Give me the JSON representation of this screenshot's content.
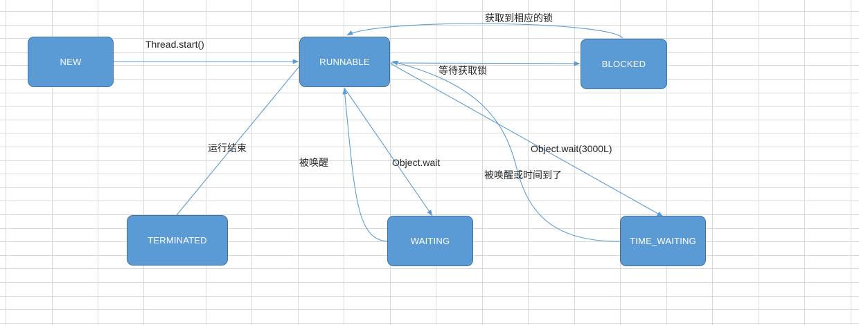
{
  "colors": {
    "state_fill": "#5B9BD5",
    "state_border": "#41719C",
    "arrow": "#5B9BD5",
    "gridline": "#D9D9D9",
    "label": "#262626"
  },
  "states": {
    "new": "NEW",
    "runnable": "RUNNABLE",
    "blocked": "BLOCKED",
    "terminated": "TERMINATED",
    "waiting": "WAITING",
    "time_waiting": "TIME_WAITING"
  },
  "transitions": {
    "new_to_runnable": "Thread.start()",
    "blocked_to_runnable": "获取到相应的锁",
    "runnable_to_blocked": "等待获取锁",
    "runnable_to_terminated": "运行结束",
    "waiting_to_runnable": "被唤醒",
    "runnable_to_waiting": "Object.wait",
    "runnable_to_time_waiting": "Object.wait(3000L)",
    "time_waiting_to_runnable": "被唤醒或时间到了"
  }
}
